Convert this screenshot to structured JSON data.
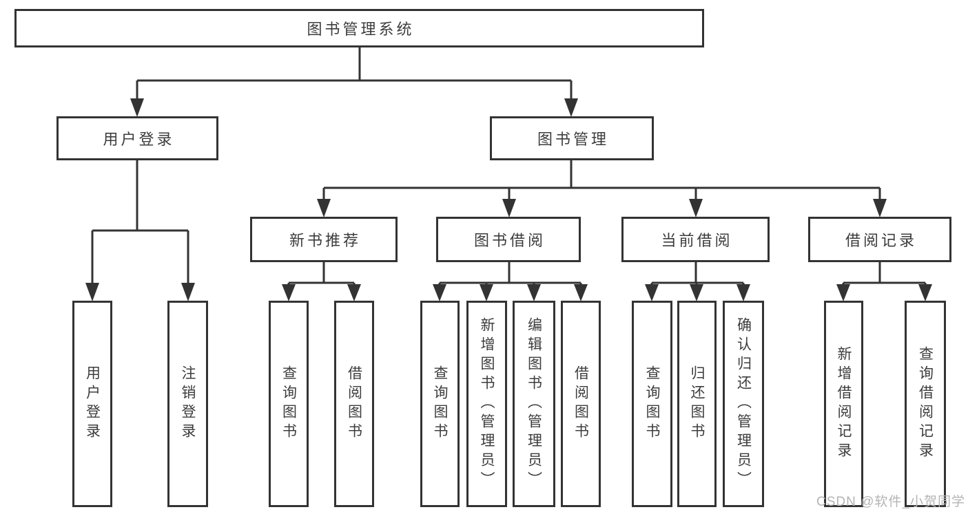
{
  "tree": {
    "root": {
      "label": "图书管理系统",
      "children": [
        {
          "label": "用户登录",
          "children": [
            {
              "label": "用户登录"
            },
            {
              "label": "注销登录"
            }
          ]
        },
        {
          "label": "图书管理",
          "children": [
            {
              "label": "新书推荐",
              "children": [
                {
                  "label": "查询图书"
                },
                {
                  "label": "借阅图书"
                }
              ]
            },
            {
              "label": "图书借阅",
              "children": [
                {
                  "label": "查询图书"
                },
                {
                  "label": "新增图书（管理员）"
                },
                {
                  "label": "编辑图书（管理员）"
                },
                {
                  "label": "借阅图书"
                }
              ]
            },
            {
              "label": "当前借阅",
              "children": [
                {
                  "label": "查询图书"
                },
                {
                  "label": "归还图书"
                },
                {
                  "label": "确认归还（管理员）"
                }
              ]
            },
            {
              "label": "借阅记录",
              "children": [
                {
                  "label": "新增借阅记录"
                },
                {
                  "label": "查询借阅记录"
                }
              ]
            }
          ]
        }
      ]
    }
  },
  "watermark": {
    "text": "CSDN @软件_小贺同学"
  },
  "colors": {
    "line": "#333333",
    "box_border": "#333333",
    "text": "#3c3c3c",
    "watermark": "#b4b4b4",
    "background": "#ffffff"
  }
}
